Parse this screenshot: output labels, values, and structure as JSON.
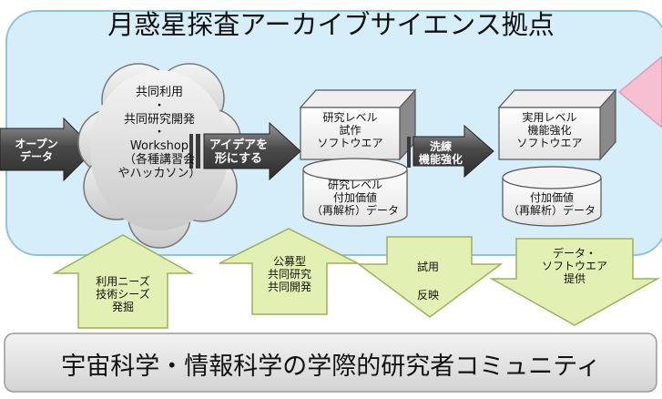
{
  "title": "月惑星探査アーカイブサイエンス拠点",
  "cloud": {
    "lines": [
      "共同利用",
      "・",
      "共同研究開発",
      "・",
      "Workshop",
      "（各種講習会",
      "やハッカソン）"
    ]
  },
  "arrows": {
    "open_data": [
      "オープン",
      "データ"
    ],
    "idea": [
      "アイデアを",
      "形にする"
    ],
    "refine": [
      "洗練",
      "機能強化"
    ]
  },
  "boxes": {
    "research_software": [
      "研究レベル",
      "試作",
      "ソフトウエア"
    ],
    "practical_software": [
      "実用レベル",
      "機能強化",
      "ソフトウエア"
    ]
  },
  "cylinders": {
    "research_data": [
      "研究レベル",
      "付加価値",
      "（再解析）データ"
    ],
    "value_data": [
      "付加価値",
      "（再解析）データ"
    ]
  },
  "community_arrows": {
    "needs": [
      "利用ニーズ",
      "技術シーズ",
      "発掘"
    ],
    "joint": [
      "公募型",
      "共同研究",
      "共同開発"
    ],
    "trial": [
      "試用",
      "反映"
    ],
    "provide": [
      "データ・",
      "ソフトウエア",
      "提供"
    ]
  },
  "bottom_label": "宇宙科学・情報科学の学際的研究者コミュニティ",
  "colors": {
    "panel": "#d6eef9",
    "panel_border": "#8fc3dd",
    "green": "#e3f0b4",
    "green_border": "#9db15a",
    "grey_bar": "#e6e6e6",
    "pink": "#f7bfd2"
  }
}
